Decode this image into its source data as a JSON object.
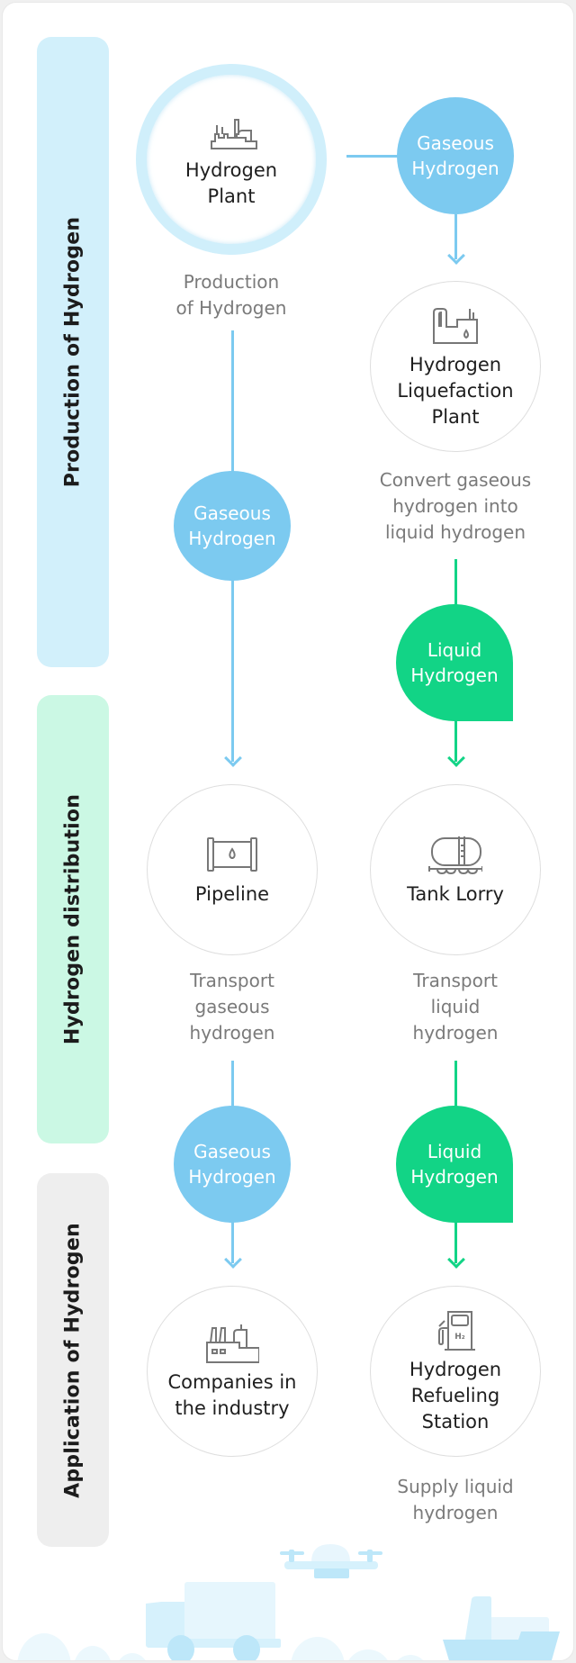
{
  "sections": [
    {
      "label": "Production of Hydrogen",
      "color": "#d2f0fb"
    },
    {
      "label": "Hydrogen distribution",
      "color": "#cbf8e4"
    },
    {
      "label": "Application of Hydrogen",
      "color": "#eeeeee"
    }
  ],
  "colors": {
    "gaseous": "#7ccaf0",
    "liquid": "#12d486",
    "decoration": "#bfe7f8"
  },
  "nodes": {
    "hydrogen_plant": {
      "title_line1": "Hydrogen",
      "title_line2": "Plant",
      "icon": "factory-icon",
      "desc_line1": "Production",
      "desc_line2": "of Hydrogen"
    },
    "liquefaction_plant": {
      "title_line1": "Hydrogen",
      "title_line2": "Liquefaction",
      "title_line3": "Plant",
      "icon": "liquefaction-plant-icon",
      "desc_line1": "Convert gaseous",
      "desc_line2": "hydrogen into",
      "desc_line3": "liquid hydrogen"
    },
    "pipeline": {
      "title": "Pipeline",
      "icon": "pipeline-icon",
      "desc_line1": "Transport",
      "desc_line2": "gaseous",
      "desc_line3": "hydrogen"
    },
    "tank_lorry": {
      "title": "Tank Lorry",
      "icon": "tank-lorry-icon",
      "desc_line1": "Transport",
      "desc_line2": "liquid",
      "desc_line3": "hydrogen"
    },
    "companies": {
      "title_line1": "Companies in",
      "title_line2": "the industry",
      "icon": "industry-icon"
    },
    "refueling_station": {
      "title_line1": "Hydrogen",
      "title_line2": "Refueling",
      "title_line3": "Station",
      "icon": "fuel-pump-icon",
      "icon_text": "H₂",
      "desc_line1": "Supply liquid",
      "desc_line2": "hydrogen"
    }
  },
  "bubbles": {
    "gaseous": {
      "line1": "Gaseous",
      "line2": "Hydrogen"
    },
    "liquid": {
      "line1": "Liquid",
      "line2": "Hydrogen"
    }
  }
}
